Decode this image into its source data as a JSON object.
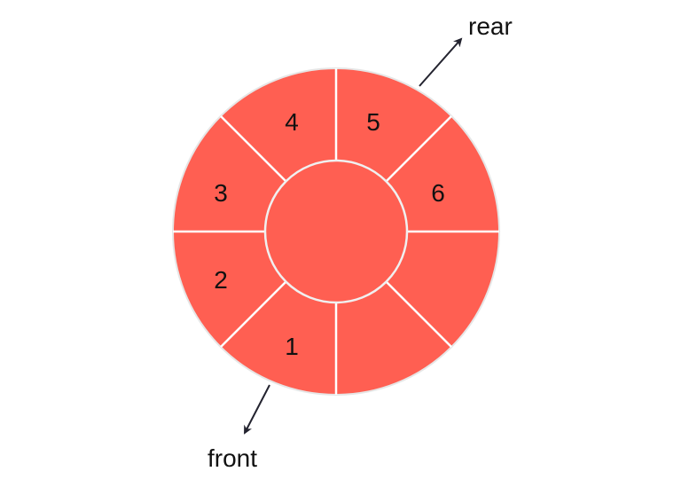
{
  "diagram": {
    "type": "circular-queue",
    "fill_color": "#FF5F52",
    "divider_color": "#FFFFFF",
    "outline_color": "#E6E6E6",
    "arrow_color": "#23232F",
    "slots": [
      {
        "index": 0,
        "label": "1"
      },
      {
        "index": 1,
        "label": "2"
      },
      {
        "index": 2,
        "label": "3"
      },
      {
        "index": 3,
        "label": "4"
      },
      {
        "index": 4,
        "label": "5"
      },
      {
        "index": 5,
        "label": "6"
      },
      {
        "index": 6,
        "label": ""
      },
      {
        "index": 7,
        "label": ""
      }
    ],
    "pointers": {
      "rear": {
        "label": "rear"
      },
      "front": {
        "label": "front"
      }
    }
  }
}
